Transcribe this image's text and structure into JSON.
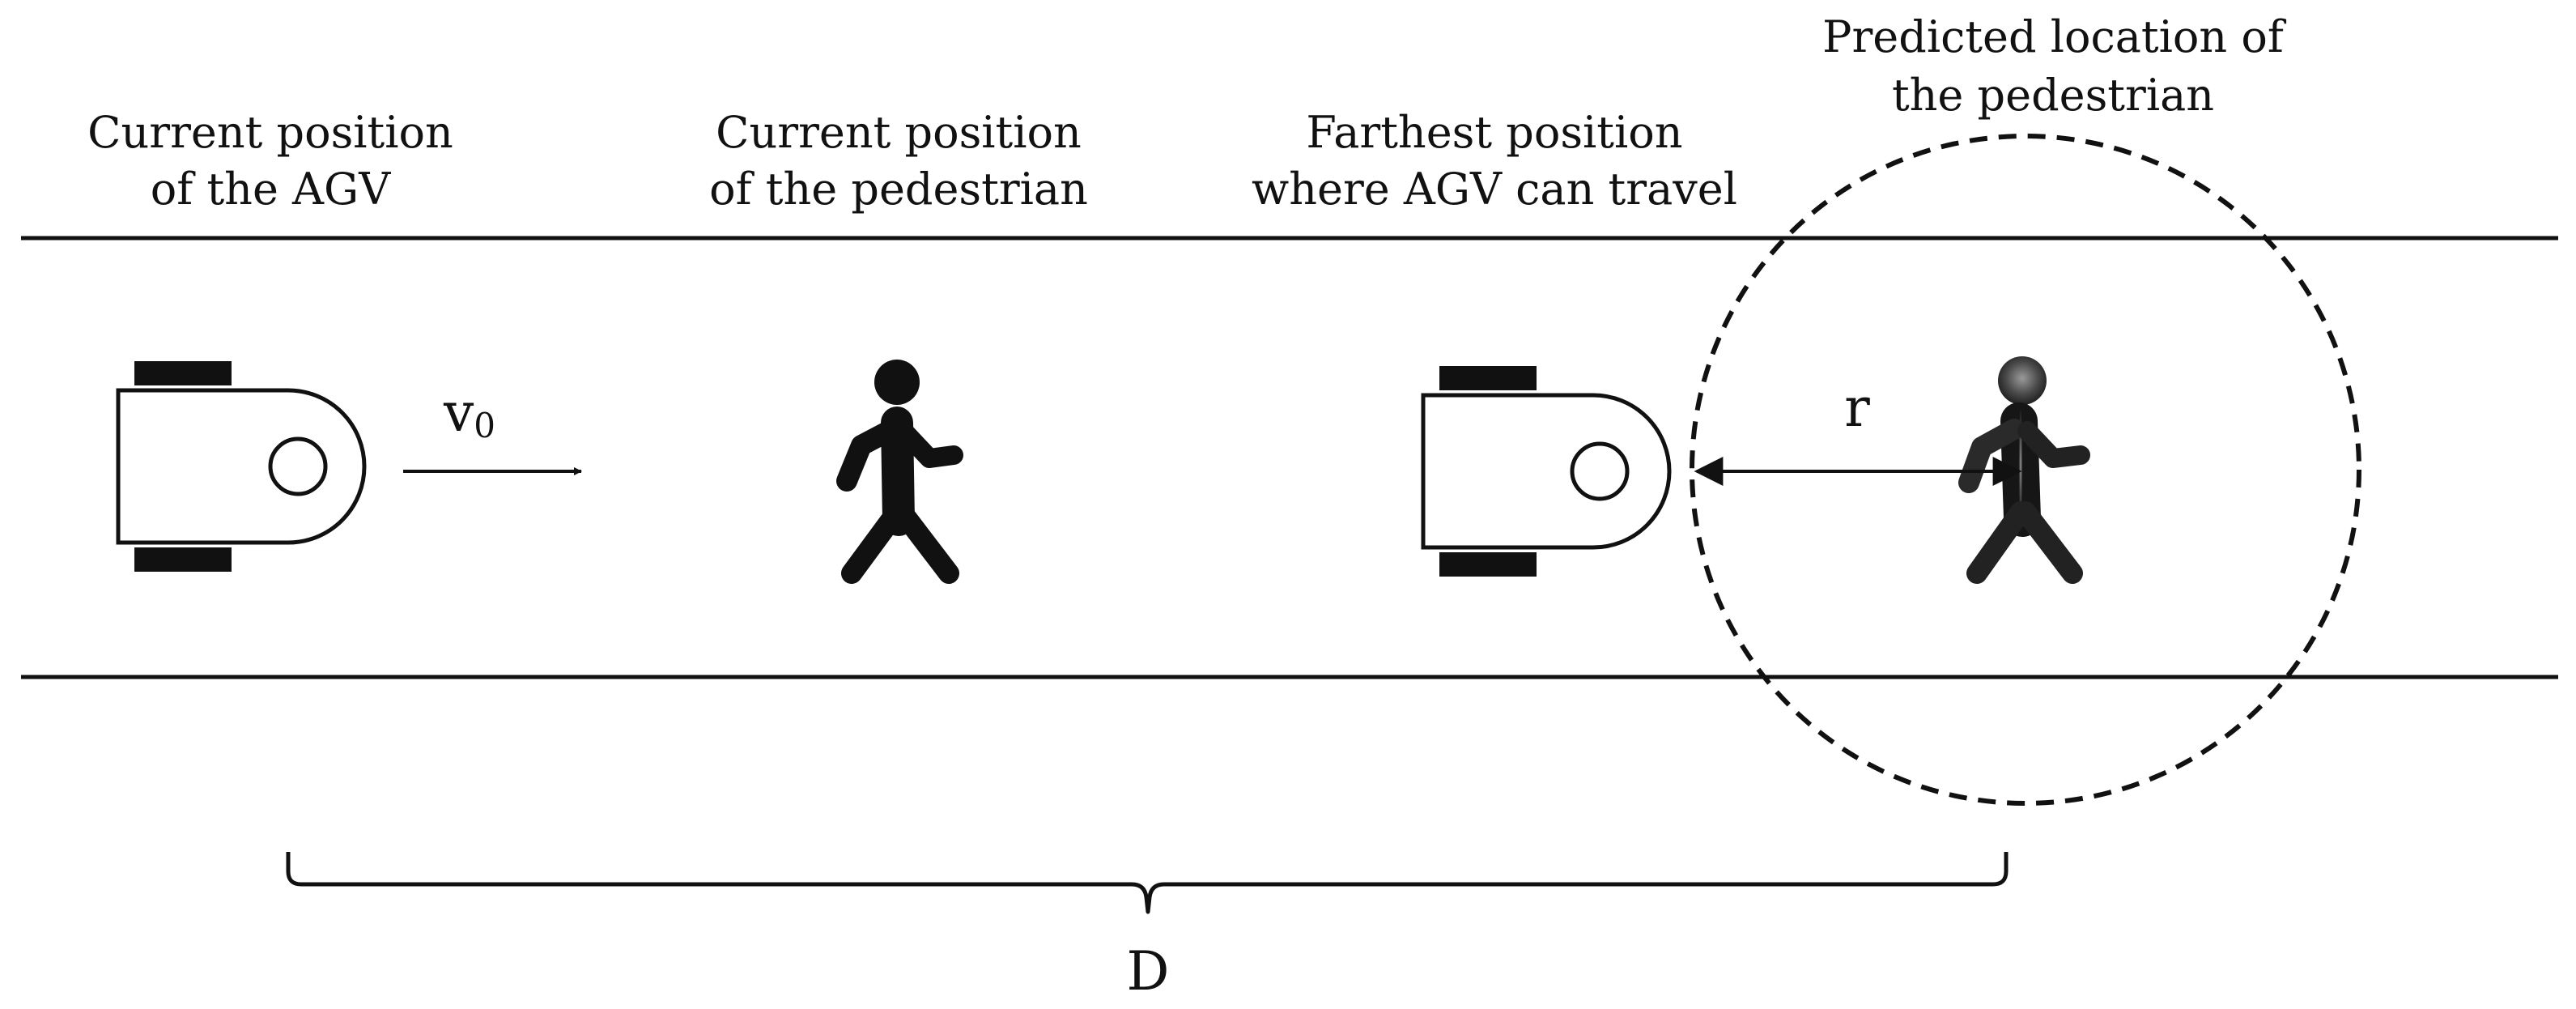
{
  "labels": {
    "agv_current": [
      "Current position",
      "of the AGV"
    ],
    "pedestrian_current": [
      "Current position",
      "of the pedestrian"
    ],
    "agv_farthest": [
      "Farthest position",
      "where AGV can travel"
    ],
    "pedestrian_predicted": [
      "Predicted location of",
      "the pedestrian"
    ]
  },
  "symbols": {
    "velocity": "v",
    "velocity_subscript": "0",
    "radius": "r",
    "distance": "D"
  },
  "colors": {
    "ink": "#111111",
    "background": "#ffffff"
  },
  "icons": {
    "agv": "agv-topdown-icon",
    "pedestrian": "walking-pedestrian-icon"
  }
}
